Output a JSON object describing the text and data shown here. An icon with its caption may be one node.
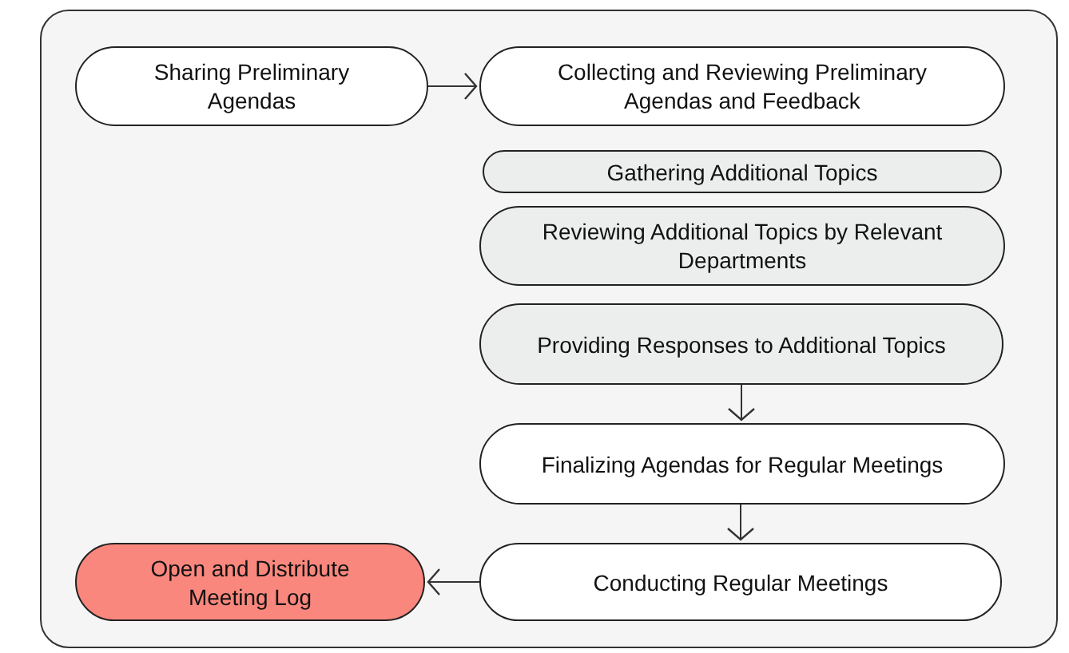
{
  "diagram": {
    "nodes": [
      {
        "text": [],
        "shape": "box"
      },
      {
        "text": [
          "Sharing Preliminary Agendas"
        ],
        "in": 0
      },
      {
        "text": [
          "Collecting and Reviewing Preliminary Agendas and Feedback"
        ],
        "in": 0
      },
      {
        "text": [
          "Gathering Additional Topics"
        ],
        "in": 0
      },
      {
        "text": [
          "Reviewing Additional Topics by Relevant Departments"
        ],
        "in": 0
      },
      {
        "text": [
          "Providing Responses to Additional Topics"
        ],
        "in": 0
      },
      {
        "text": [
          "Finalizing Agendas for Regular Meetings"
        ],
        "in": 0
      },
      {
        "text": [
          "Conducting Regular Meetings"
        ],
        "in": 0
      },
      {
        "text": [
          "Open and Distribute Meeting Log"
        ],
        "in": 0
      }
    ],
    "edges": [
      {
        "from": 1,
        "to": 2,
        "arrow": "to"
      },
      {
        "from": 5,
        "to": 6,
        "arrow": "to"
      },
      {
        "from": 6,
        "to": 7,
        "arrow": "to"
      },
      {
        "from": 7,
        "to": 8,
        "arrow": "to"
      }
    ]
  }
}
